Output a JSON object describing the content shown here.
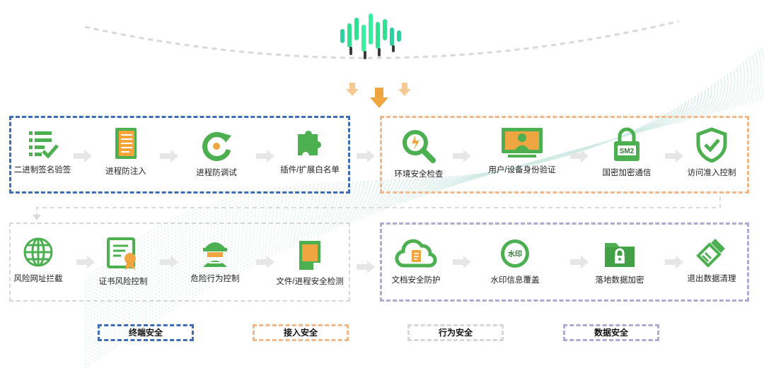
{
  "colors": {
    "green": "#4caf50",
    "terminal": "#3d6db5",
    "access": "#f3b88a",
    "behavior": "#d7d7d7",
    "data": "#b3a8d3",
    "arrow": "#f0a640"
  },
  "groups": [
    {
      "name": "终端安全",
      "items": [
        {
          "label": "二进制签名验签",
          "icon": "checklist-icon"
        },
        {
          "label": "进程防注入",
          "icon": "notebook-icon"
        },
        {
          "label": "进程防调试",
          "icon": "refresh-target-icon"
        },
        {
          "label": "插件/扩展白名单",
          "icon": "puzzle-icon"
        }
      ]
    },
    {
      "name": "接入安全",
      "items": [
        {
          "label": "环境安全检查",
          "icon": "magnifier-icon"
        },
        {
          "label": "用户/设备身份验证",
          "icon": "monitor-user-icon"
        },
        {
          "label": "国密加密通信",
          "icon": "sm2-lock-icon",
          "badge": "SM2"
        },
        {
          "label": "访问准入控制",
          "icon": "shield-check-icon"
        }
      ]
    },
    {
      "name": "行为安全",
      "items": [
        {
          "label": "风险网址拦截",
          "icon": "globe-icon"
        },
        {
          "label": "证书风险控制",
          "icon": "certificate-icon"
        },
        {
          "label": "危险行为控制",
          "icon": "hacker-icon"
        },
        {
          "label": "文件/进程安全检测",
          "icon": "file-icon"
        }
      ]
    },
    {
      "name": "数据安全",
      "items": [
        {
          "label": "文档安全防护",
          "icon": "cloud-doc-icon"
        },
        {
          "label": "水印信息覆盖",
          "icon": "watermark-icon",
          "badge": "水印"
        },
        {
          "label": "落地数据加密",
          "icon": "folder-lock-icon"
        },
        {
          "label": "退出数据清理",
          "icon": "brush-icon"
        }
      ]
    }
  ],
  "legend": [
    "终端安全",
    "接入安全",
    "行为安全",
    "数据安全"
  ]
}
